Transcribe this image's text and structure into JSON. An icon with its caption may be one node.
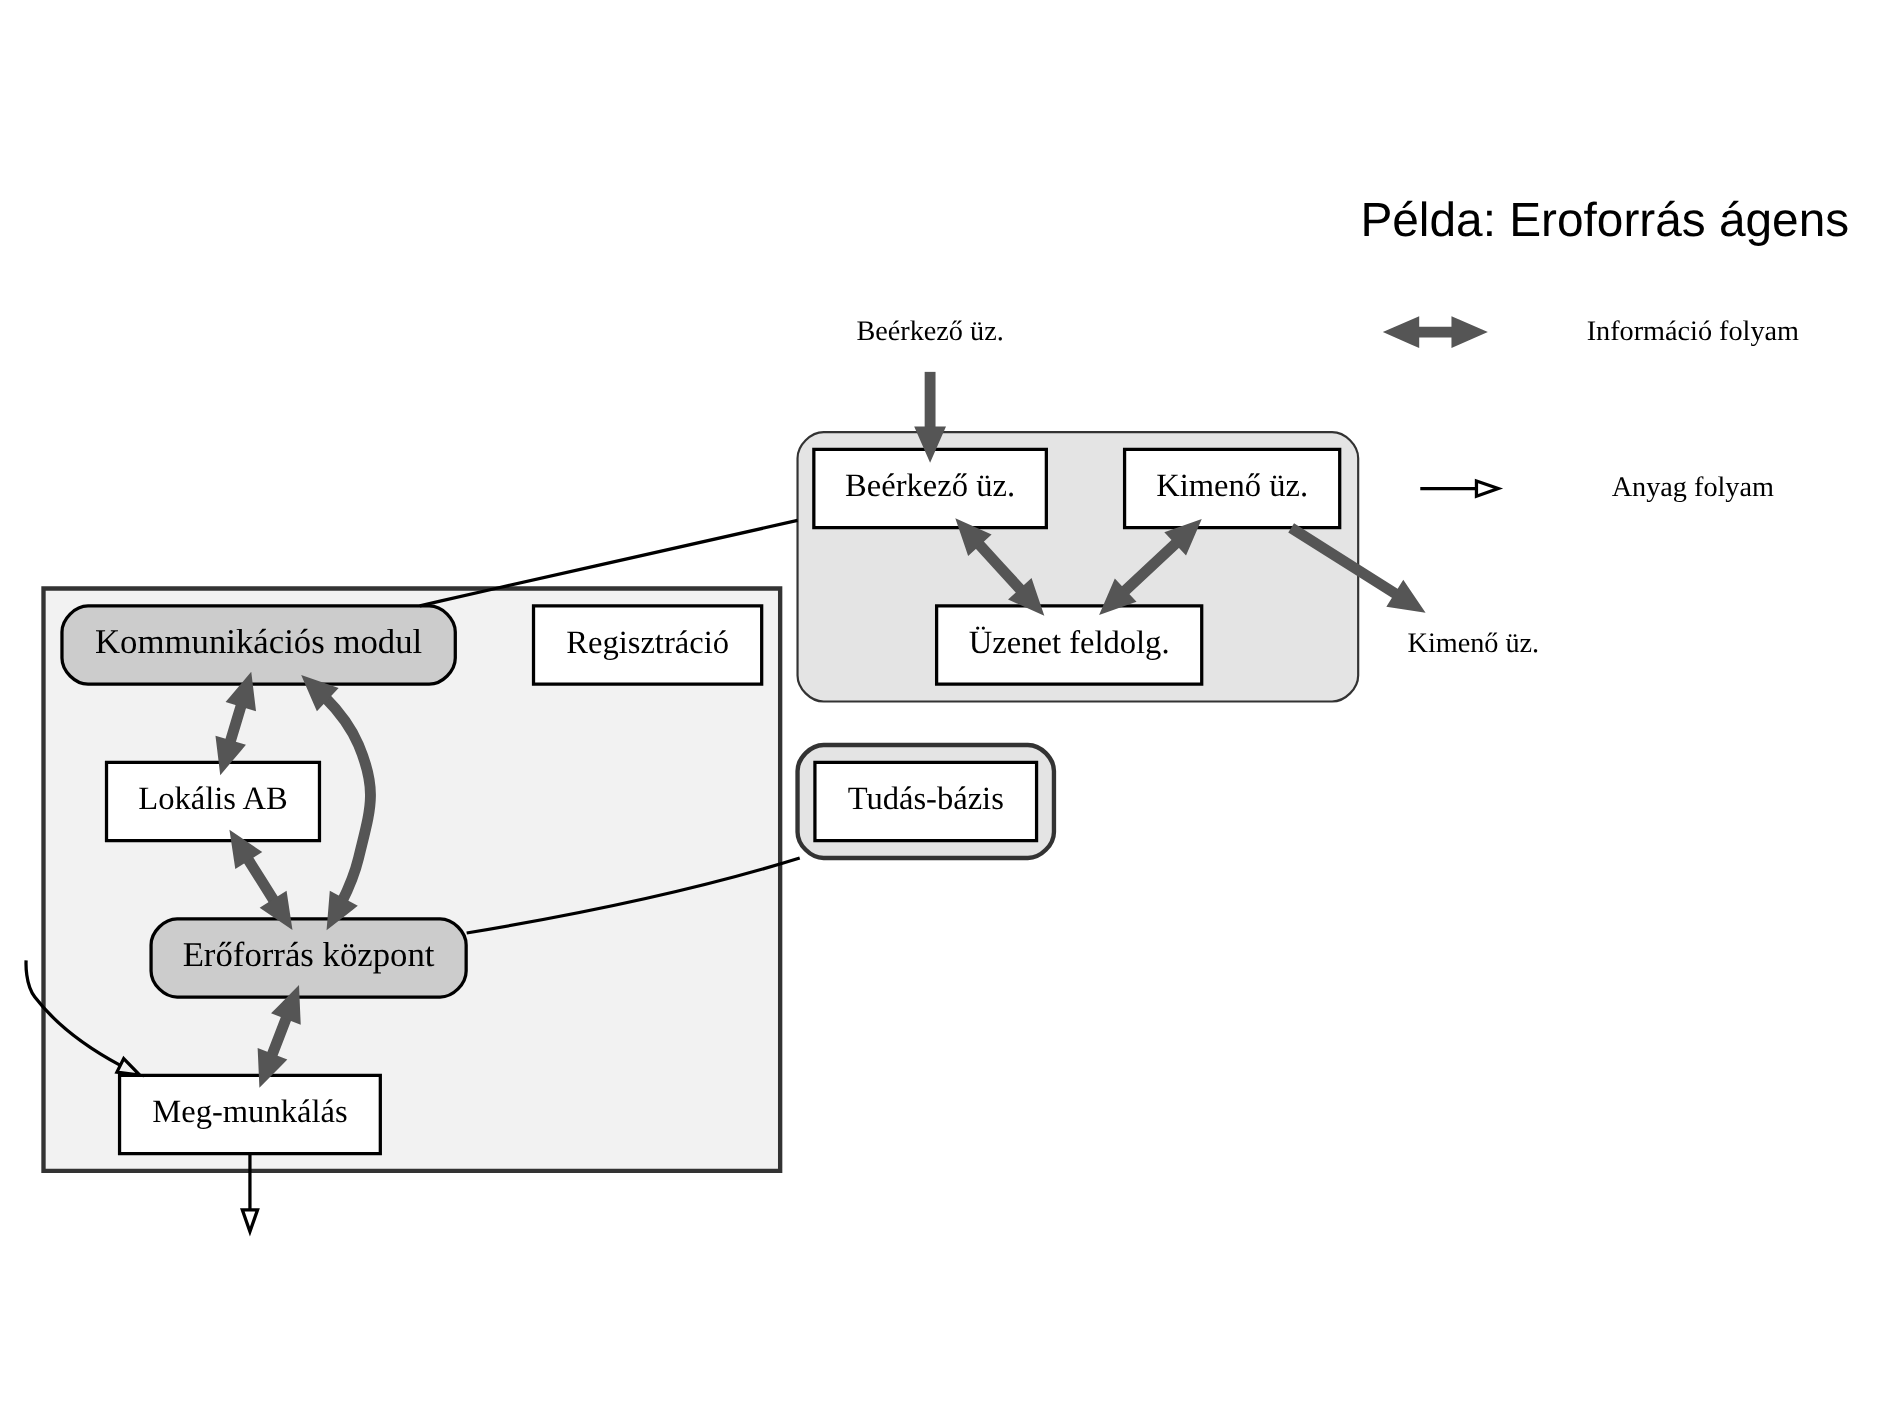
{
  "diagram": {
    "title": "Példa: Eroforrás ágens",
    "nodes": [
      {
        "text": [],
        "shape": "box"
      },
      {
        "text": [
          "Beérkező üz."
        ],
        "in": 0
      },
      {
        "text": [
          "Kimenő üz."
        ],
        "in": 0
      },
      {
        "text": [
          "Üzenet feldolg."
        ],
        "in": 0
      },
      {
        "text": [],
        "shape": "box"
      },
      {
        "text": [
          "Regisztráció"
        ],
        "in": 4
      },
      {
        "text": [
          "Kommunikációs modul"
        ],
        "in": 4
      },
      {
        "text": [],
        "shape": "box"
      },
      {
        "text": [
          "Tudás-bázis"
        ],
        "in": 7
      },
      {
        "text": [
          "Lokális AB"
        ],
        "in": 4
      },
      {
        "text": [
          "Erőforrás központ"
        ],
        "in": 4
      },
      {
        "text": [
          "Meg-munkálás"
        ],
        "in": 4
      },
      {
        "text": [
          "Beérkező üz."
        ]
      },
      {
        "text": [
          "Kimenő üz."
        ]
      }
    ],
    "edges": [
      {
        "from": 12,
        "to": 1,
        "arrow": "to"
      },
      {
        "from": 2,
        "to": 13,
        "arrow": "to"
      },
      {
        "from": 1,
        "to": 3,
        "arrow": "both"
      },
      {
        "from": 2,
        "to": 3,
        "arrow": "both"
      },
      {
        "from": 0,
        "to": 6,
        "arrow": "none",
        "color": "#000000"
      },
      {
        "from": 6,
        "to": 9,
        "arrow": "both"
      },
      {
        "from": 6,
        "to": 10,
        "arrow": "both"
      },
      {
        "from": 9,
        "to": 10,
        "arrow": "both"
      },
      {
        "from": 7,
        "to": 10,
        "arrow": "none",
        "color": "#000000"
      },
      {
        "from": 10,
        "to": 11,
        "arrow": "both"
      },
      {
        "from": null,
        "to": 11,
        "arrow": "to",
        "color": "#000000"
      },
      {
        "from": 11,
        "to": null,
        "arrow": "to",
        "color": "#000000"
      }
    ],
    "legend": [
      {
        "text": "Információ folyam"
      },
      {
        "text": "Anyag folyam"
      }
    ]
  }
}
